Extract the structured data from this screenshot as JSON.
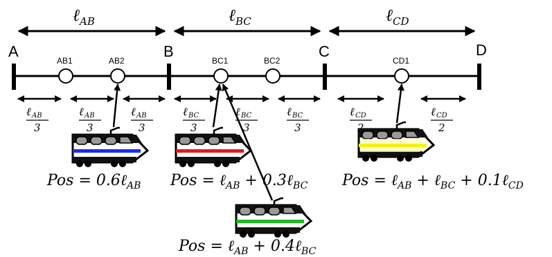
{
  "spans": {
    "ab": "ℓ",
    "ab_sub": "AB",
    "bc": "ℓ",
    "bc_sub": "BC",
    "cd": "ℓ",
    "cd_sub": "CD"
  },
  "stations": {
    "a": "A",
    "b": "B",
    "c": "C",
    "d": "D"
  },
  "nodes": {
    "ab1": "AB1",
    "ab2": "AB2",
    "bc1": "BC1",
    "bc2": "BC2",
    "cd1": "CD1"
  },
  "fractions": {
    "third_den": "3",
    "half_den": "2"
  },
  "positions": {
    "blue_pre": "Pos = 0.6ℓ",
    "blue_sub": "AB",
    "red_pre": "Pos = ℓ",
    "red_sub1": "AB",
    "red_mid": " + 0.3ℓ",
    "red_sub2": "BC",
    "yellow_pre": "Pos = ℓ",
    "yellow_sub1": "AB",
    "yellow_mid1": " + ℓ",
    "yellow_sub2": "BC",
    "yellow_mid2": " + 0.1ℓ",
    "yellow_sub3": "CD",
    "green_pre": "Pos = ℓ",
    "green_sub1": "AB",
    "green_mid": " + 0.4ℓ",
    "green_sub2": "BC"
  },
  "colors": {
    "blue_stripe": "#1a2cf0",
    "red_stripe": "#e21b1b",
    "yellow_stripe": "#f2f21a",
    "yellow_body": "#ffffb0",
    "green_stripe": "#1fb81f",
    "window": "#999999"
  }
}
